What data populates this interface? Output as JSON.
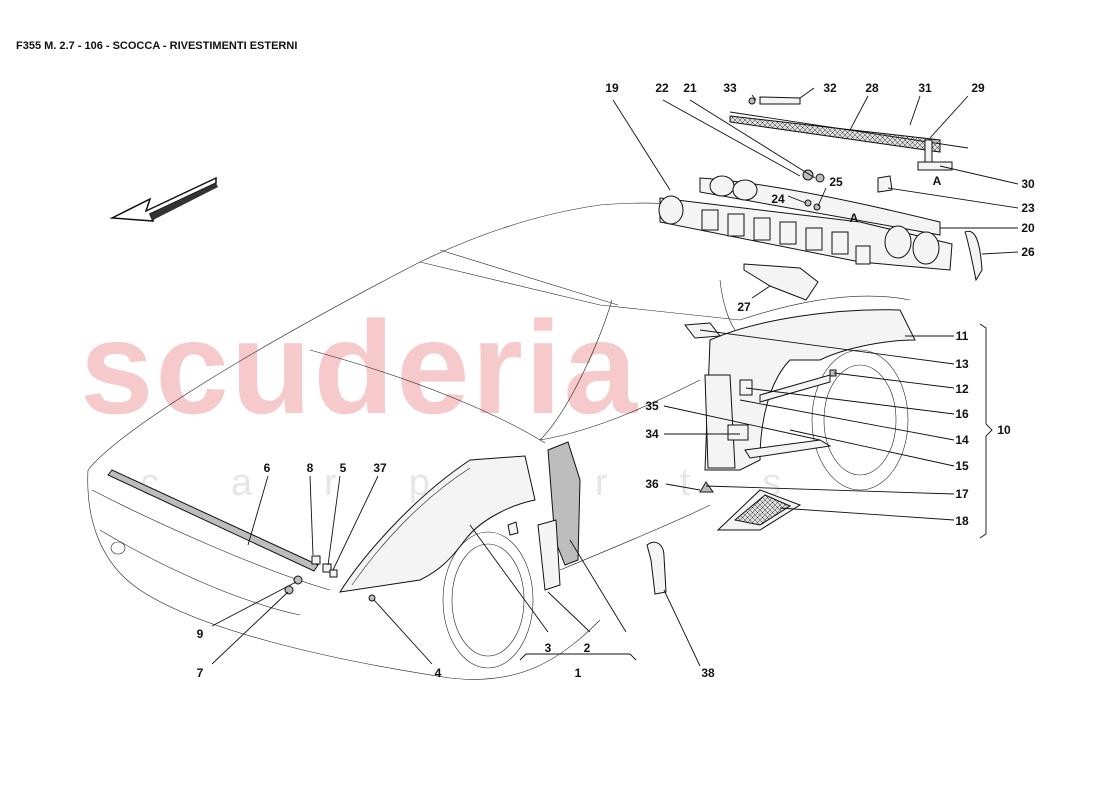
{
  "title": "F355 M. 2.7 - 106 - SCOCCA - RIVESTIMENTI ESTERNI",
  "watermark": {
    "brand": "scuderia",
    "sub": "carparts"
  },
  "callouts": {
    "c1": "1",
    "c2": "2",
    "c3": "3",
    "c4": "4",
    "c5": "5",
    "c6": "6",
    "c7": "7",
    "c8": "8",
    "c9": "9",
    "c10": "10",
    "c11": "11",
    "c12": "12",
    "c13": "13",
    "c14": "14",
    "c15": "15",
    "c16": "16",
    "c17": "17",
    "c18": "18",
    "c19": "19",
    "c20": "20",
    "c21": "21",
    "c22": "22",
    "c23": "23",
    "c24": "24",
    "c25": "25",
    "c26": "26",
    "c27": "27",
    "c28": "28",
    "c29": "29",
    "c30": "30",
    "c31": "31",
    "c32": "32",
    "c33": "33",
    "c34": "34",
    "c35": "35",
    "c36": "36",
    "c37": "37",
    "c38": "38"
  },
  "section_marks": {
    "a1": "A",
    "a2": "A"
  }
}
